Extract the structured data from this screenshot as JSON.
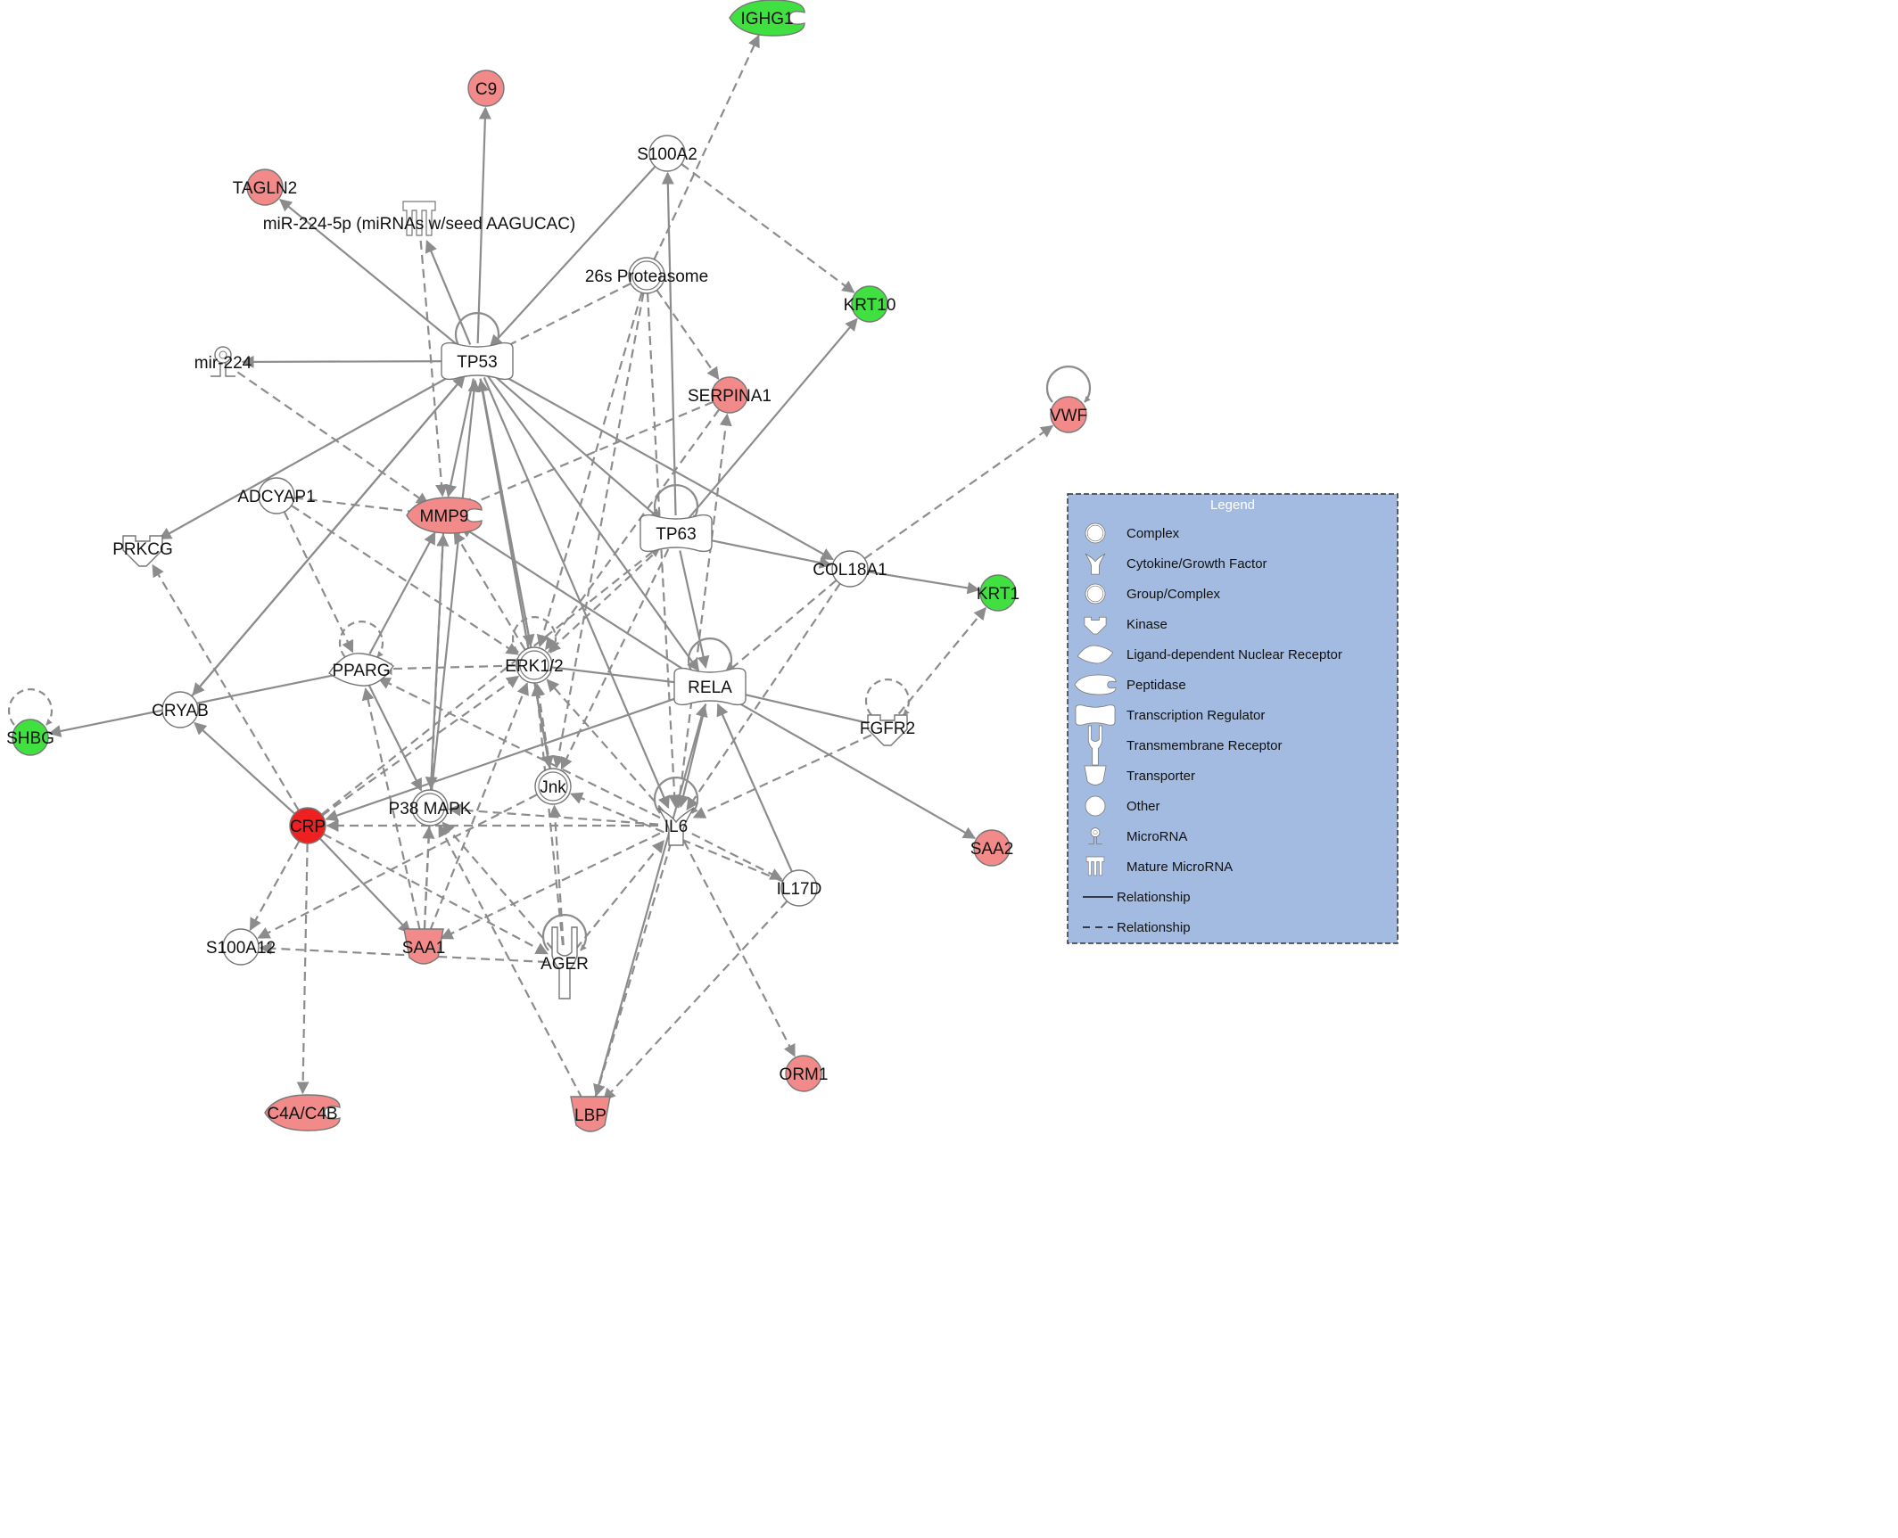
{
  "colors": {
    "edge": "#8c8c8c",
    "up_regulated": "#f28a8a",
    "strongly_up": "#ee2020",
    "down_regulated": "#3fe03f",
    "no_change": "#ffffff",
    "legend_bg": "#a3bbe0",
    "legend_border": "#333333"
  },
  "nodes": [
    {
      "id": "IGHG1",
      "label": "IGHG1",
      "shape": "peptidase",
      "color": "down_regulated"
    },
    {
      "id": "C9",
      "label": "C9",
      "shape": "other",
      "color": "up_regulated"
    },
    {
      "id": "S100A2",
      "label": "S100A2",
      "shape": "other",
      "color": "no_change"
    },
    {
      "id": "TAGLN2",
      "label": "TAGLN2",
      "shape": "other",
      "color": "up_regulated"
    },
    {
      "id": "MIR224_5P",
      "label": "miR-224-5p (miRNAs w/seed AAGUCAC)",
      "shape": "mature-microrna",
      "color": "no_change"
    },
    {
      "id": "PROTEASOME",
      "label": "26s Proteasome",
      "shape": "complex",
      "color": "no_change"
    },
    {
      "id": "KRT10",
      "label": "KRT10",
      "shape": "other",
      "color": "down_regulated"
    },
    {
      "id": "MIR224",
      "label": "mir-224",
      "shape": "microrna",
      "color": "no_change"
    },
    {
      "id": "TP53",
      "label": "TP53",
      "shape": "transcription-regulator",
      "color": "no_change"
    },
    {
      "id": "SERPINA1",
      "label": "SERPINA1",
      "shape": "other",
      "color": "up_regulated"
    },
    {
      "id": "VWF",
      "label": "VWF",
      "shape": "other",
      "color": "up_regulated"
    },
    {
      "id": "ADCYAP1",
      "label": "ADCYAP1",
      "shape": "other",
      "color": "no_change"
    },
    {
      "id": "MMP9",
      "label": "MMP9",
      "shape": "peptidase",
      "color": "up_regulated"
    },
    {
      "id": "TP63",
      "label": "TP63",
      "shape": "transcription-regulator",
      "color": "no_change"
    },
    {
      "id": "PRKCG",
      "label": "PRKCG",
      "shape": "kinase",
      "color": "no_change"
    },
    {
      "id": "COL18A1",
      "label": "COL18A1",
      "shape": "other",
      "color": "no_change"
    },
    {
      "id": "KRT1",
      "label": "KRT1",
      "shape": "other",
      "color": "down_regulated"
    },
    {
      "id": "PPARG",
      "label": "PPARG",
      "shape": "ligand-nuclear-receptor",
      "color": "no_change"
    },
    {
      "id": "ERK12",
      "label": "ERK1/2",
      "shape": "group",
      "color": "no_change"
    },
    {
      "id": "RELA",
      "label": "RELA",
      "shape": "transcription-regulator",
      "color": "no_change"
    },
    {
      "id": "CRYAB",
      "label": "CRYAB",
      "shape": "other",
      "color": "no_change"
    },
    {
      "id": "SHBG",
      "label": "SHBG",
      "shape": "other",
      "color": "down_regulated"
    },
    {
      "id": "FGFR2",
      "label": "FGFR2",
      "shape": "kinase",
      "color": "no_change"
    },
    {
      "id": "JNK",
      "label": "Jnk",
      "shape": "group",
      "color": "no_change"
    },
    {
      "id": "P38",
      "label": "P38 MAPK",
      "shape": "group",
      "color": "no_change"
    },
    {
      "id": "CRP",
      "label": "CRP",
      "shape": "other",
      "color": "strongly_up"
    },
    {
      "id": "IL6",
      "label": "IL6",
      "shape": "cytokine",
      "color": "no_change"
    },
    {
      "id": "SAA2",
      "label": "SAA2",
      "shape": "other",
      "color": "up_regulated"
    },
    {
      "id": "IL17D",
      "label": "IL17D",
      "shape": "other",
      "color": "no_change"
    },
    {
      "id": "S100A12",
      "label": "S100A12",
      "shape": "other",
      "color": "no_change"
    },
    {
      "id": "SAA1",
      "label": "SAA1",
      "shape": "transporter",
      "color": "up_regulated"
    },
    {
      "id": "AGER",
      "label": "AGER",
      "shape": "transmembrane-receptor",
      "color": "no_change"
    },
    {
      "id": "ORM1",
      "label": "ORM1",
      "shape": "other",
      "color": "up_regulated"
    },
    {
      "id": "C4AC4B",
      "label": "C4A/C4B",
      "shape": "peptidase",
      "color": "up_regulated"
    },
    {
      "id": "LBP",
      "label": "LBP",
      "shape": "transporter",
      "color": "up_regulated"
    }
  ],
  "edges": [
    {
      "from": "TP53",
      "to": "C9",
      "style": "solid"
    },
    {
      "from": "TP53",
      "to": "TAGLN2",
      "style": "solid"
    },
    {
      "from": "TP53",
      "to": "MIR224",
      "style": "solid"
    },
    {
      "from": "TP53",
      "to": "MIR224_5P",
      "style": "solid"
    },
    {
      "from": "TP53",
      "to": "MMP9",
      "style": "solid"
    },
    {
      "from": "TP53",
      "to": "PRKCG",
      "style": "solid"
    },
    {
      "from": "TP53",
      "to": "CRYAB",
      "style": "solid"
    },
    {
      "from": "TP53",
      "to": "TP63",
      "style": "solid"
    },
    {
      "from": "TP53",
      "to": "COL18A1",
      "style": "solid"
    },
    {
      "from": "TP53",
      "to": "RELA",
      "style": "solid"
    },
    {
      "from": "TP53",
      "to": "IL6",
      "style": "solid"
    },
    {
      "from": "TP53",
      "to": "JNK",
      "style": "solid"
    },
    {
      "from": "S100A2",
      "to": "TP53",
      "style": "solid"
    },
    {
      "from": "S100A2",
      "to": "KRT10",
      "style": "dashed"
    },
    {
      "from": "TP63",
      "to": "S100A2",
      "style": "solid"
    },
    {
      "from": "PROTEASOME",
      "to": "TP53",
      "style": "dashed"
    },
    {
      "from": "PROTEASOME",
      "to": "SERPINA1",
      "style": "dashed"
    },
    {
      "from": "PROTEASOME",
      "to": "ERK12",
      "style": "dashed"
    },
    {
      "from": "PROTEASOME",
      "to": "JNK",
      "style": "dashed"
    },
    {
      "from": "PROTEASOME",
      "to": "IL6",
      "style": "dashed"
    },
    {
      "from": "PROTEASOME",
      "to": "IGHG1",
      "style": "dashed"
    },
    {
      "from": "MIR224_5P",
      "to": "MMP9",
      "style": "dashed"
    },
    {
      "from": "MIR224",
      "to": "MMP9",
      "style": "dashed"
    },
    {
      "from": "ERK12",
      "to": "TP53",
      "style": "solid"
    },
    {
      "from": "P38",
      "to": "TP53",
      "style": "solid"
    },
    {
      "from": "ADCYAP1",
      "to": "MMP9",
      "style": "dashed"
    },
    {
      "from": "ADCYAP1",
      "to": "PPARG",
      "style": "dashed"
    },
    {
      "from": "ADCYAP1",
      "to": "ERK12",
      "style": "dashed"
    },
    {
      "from": "PPARG",
      "to": "MMP9",
      "style": "solid"
    },
    {
      "from": "PPARG",
      "to": "SHBG",
      "style": "solid"
    },
    {
      "from": "PPARG",
      "to": "P38",
      "style": "solid"
    },
    {
      "from": "ERK12",
      "to": "PPARG",
      "style": "dashed"
    },
    {
      "from": "SERPINA1",
      "to": "MMP9",
      "style": "dashed"
    },
    {
      "from": "SERPINA1",
      "to": "ERK12",
      "style": "dashed"
    },
    {
      "from": "IL6",
      "to": "SERPINA1",
      "style": "dashed"
    },
    {
      "from": "RELA",
      "to": "MMP9",
      "style": "solid"
    },
    {
      "from": "TP63",
      "to": "KRT10",
      "style": "solid"
    },
    {
      "from": "TP63",
      "to": "RELA",
      "style": "solid"
    },
    {
      "from": "TP63",
      "to": "COL18A1",
      "style": "solid"
    },
    {
      "from": "COL18A1",
      "to": "KRT1",
      "style": "solid"
    },
    {
      "from": "COL18A1",
      "to": "VWF",
      "style": "dashed"
    },
    {
      "from": "COL18A1",
      "to": "RELA",
      "style": "dashed"
    },
    {
      "from": "COL18A1",
      "to": "IL6",
      "style": "dashed"
    },
    {
      "from": "FGFR2",
      "to": "KRT1",
      "style": "dashed"
    },
    {
      "from": "FGFR2",
      "to": "RELA",
      "style": "solid"
    },
    {
      "from": "FGFR2",
      "to": "IL6",
      "style": "dashed"
    },
    {
      "from": "RELA",
      "to": "SAA2",
      "style": "solid"
    },
    {
      "from": "RELA",
      "to": "CRP",
      "style": "solid"
    },
    {
      "from": "RELA",
      "to": "IL6",
      "style": "solid"
    },
    {
      "from": "ERK12",
      "to": "RELA",
      "style": "solid"
    },
    {
      "from": "IL17D",
      "to": "RELA",
      "style": "solid"
    },
    {
      "from": "IL6",
      "to": "IL17D",
      "style": "dashed"
    },
    {
      "from": "IL6",
      "to": "ORM1",
      "style": "dashed"
    },
    {
      "from": "IL6",
      "to": "LBP",
      "style": "dashed"
    },
    {
      "from": "IL6",
      "to": "CRP",
      "style": "dashed"
    },
    {
      "from": "IL6",
      "to": "SAA1",
      "style": "dashed"
    },
    {
      "from": "IL6",
      "to": "P38",
      "style": "dashed"
    },
    {
      "from": "IL6",
      "to": "ERK12",
      "style": "dashed"
    },
    {
      "from": "IL6",
      "to": "PPARG",
      "style": "dashed"
    },
    {
      "from": "IL17D",
      "to": "LBP",
      "style": "dashed"
    },
    {
      "from": "IL17D",
      "to": "JNK",
      "style": "dashed"
    },
    {
      "from": "CRP",
      "to": "PRKCG",
      "style": "dashed"
    },
    {
      "from": "CRP",
      "to": "CRYAB",
      "style": "solid"
    },
    {
      "from": "CRP",
      "to": "S100A12",
      "style": "dashed"
    },
    {
      "from": "CRP",
      "to": "C4AC4B",
      "style": "dashed"
    },
    {
      "from": "CRP",
      "to": "SAA1",
      "style": "solid"
    },
    {
      "from": "CRP",
      "to": "AGER",
      "style": "dashed"
    },
    {
      "from": "CRP",
      "to": "ERK12",
      "style": "dashed"
    },
    {
      "from": "CRP",
      "to": "TP63",
      "style": "dashed"
    },
    {
      "from": "SAA1",
      "to": "MMP9",
      "style": "dashed"
    },
    {
      "from": "SAA1",
      "to": "ERK12",
      "style": "dashed"
    },
    {
      "from": "SAA1",
      "to": "PPARG",
      "style": "dashed"
    },
    {
      "from": "SAA1",
      "to": "P38",
      "style": "dashed"
    },
    {
      "from": "AGER",
      "to": "JNK",
      "style": "dashed"
    },
    {
      "from": "AGER",
      "to": "P38",
      "style": "dashed"
    },
    {
      "from": "AGER",
      "to": "S100A12",
      "style": "dashed"
    },
    {
      "from": "AGER",
      "to": "ERK12",
      "style": "dashed"
    },
    {
      "from": "AGER",
      "to": "IL6",
      "style": "dashed"
    },
    {
      "from": "JNK",
      "to": "TP53",
      "style": "solid"
    },
    {
      "from": "JNK",
      "to": "ERK12",
      "style": "dashed"
    },
    {
      "from": "JNK",
      "to": "S100A12",
      "style": "dashed"
    },
    {
      "from": "LBP",
      "to": "P38",
      "style": "dashed"
    },
    {
      "from": "LBP",
      "to": "RELA",
      "style": "solid"
    },
    {
      "from": "P38",
      "to": "MMP9",
      "style": "dashed"
    },
    {
      "from": "MMP9",
      "to": "P38",
      "style": "dashed"
    },
    {
      "from": "ERK12",
      "to": "MMP9",
      "style": "dashed"
    },
    {
      "from": "CRYAB",
      "to": "TP53",
      "style": "solid"
    },
    {
      "from": "TP53",
      "to": "ERK12",
      "style": "solid"
    },
    {
      "from": "TP63",
      "to": "JNK",
      "style": "dashed"
    },
    {
      "from": "TP63",
      "to": "ERK12",
      "style": "dashed"
    }
  ],
  "self_loops": [
    {
      "node": "TP53",
      "style": "solid"
    },
    {
      "node": "TP63",
      "style": "solid"
    },
    {
      "node": "RELA",
      "style": "solid"
    },
    {
      "node": "VWF",
      "style": "solid"
    },
    {
      "node": "ERK12",
      "style": "dashed"
    },
    {
      "node": "PPARG",
      "style": "dashed"
    },
    {
      "node": "FGFR2",
      "style": "dashed"
    },
    {
      "node": "SHBG",
      "style": "dashed"
    },
    {
      "node": "IL6",
      "style": "solid"
    },
    {
      "node": "AGER",
      "style": "solid"
    }
  ],
  "legend": {
    "title": "Legend",
    "items": [
      {
        "icon": "complex-icon",
        "label": "Complex"
      },
      {
        "icon": "cytokine-icon",
        "label": "Cytokine/Growth Factor"
      },
      {
        "icon": "group-icon",
        "label": "Group/Complex"
      },
      {
        "icon": "kinase-icon",
        "label": "Kinase"
      },
      {
        "icon": "ligand-receptor-icon",
        "label": "Ligand-dependent Nuclear Receptor"
      },
      {
        "icon": "peptidase-icon",
        "label": "Peptidase"
      },
      {
        "icon": "transcription-regulator-icon",
        "label": "Transcription Regulator"
      },
      {
        "icon": "transmembrane-receptor-icon",
        "label": "Transmembrane Receptor"
      },
      {
        "icon": "transporter-icon",
        "label": "Transporter"
      },
      {
        "icon": "other-icon",
        "label": "Other"
      },
      {
        "icon": "microrna-icon",
        "label": "MicroRNA"
      },
      {
        "icon": "mature-microrna-icon",
        "label": "Mature MicroRNA"
      },
      {
        "icon": "solid-line-icon",
        "label": "Relationship"
      },
      {
        "icon": "dashed-line-icon",
        "label": "Relationship"
      }
    ]
  }
}
